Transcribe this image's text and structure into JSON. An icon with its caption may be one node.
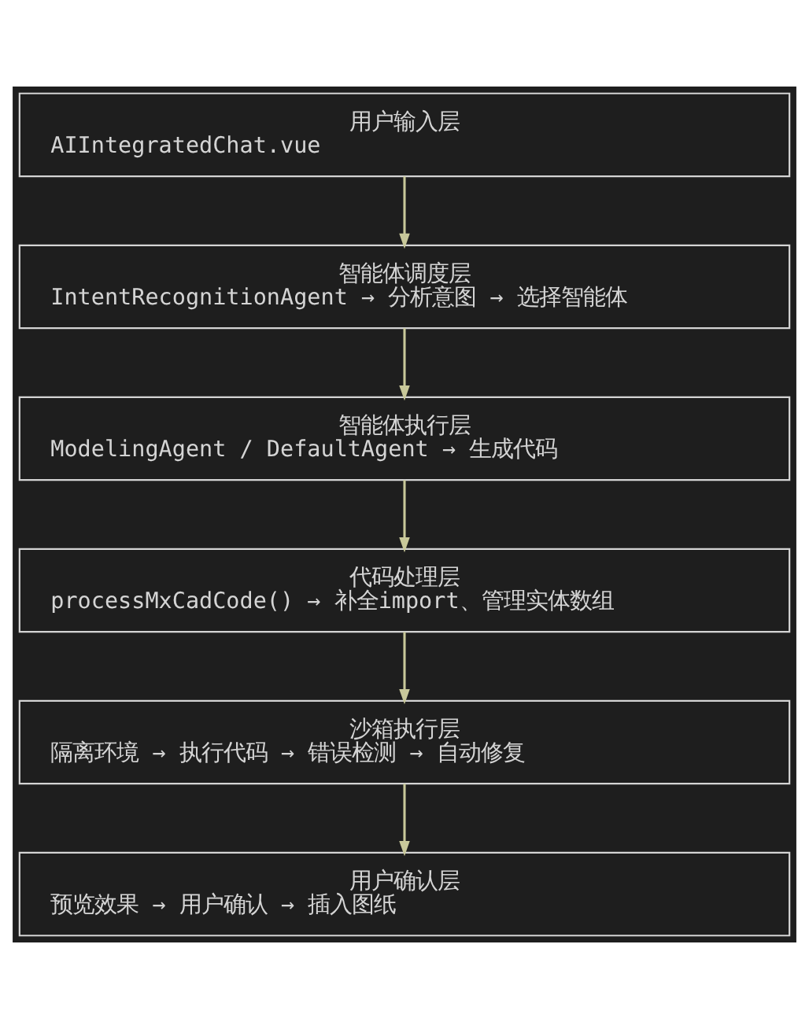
{
  "diagram": {
    "nodes": [
      {
        "text": [
          "用户输入层",
          "AIIntegratedChat.vue"
        ]
      },
      {
        "text": [
          "智能体调度层",
          "IntentRecognitionAgent → 分析意图 → 选择智能体"
        ]
      },
      {
        "text": [
          "智能体执行层",
          "ModelingAgent / DefaultAgent → 生成代码"
        ]
      },
      {
        "text": [
          "代码处理层",
          "processMxCadCode() → 补全import、管理实体数组"
        ]
      },
      {
        "text": [
          "沙箱执行层",
          "隔离环境 → 执行代码 → 错误检测 → 自动修复"
        ]
      },
      {
        "text": [
          "用户确认层",
          "预览效果 → 用户确认 → 插入图纸"
        ]
      }
    ],
    "edges": [
      {
        "from": 0,
        "to": 1,
        "arrow": "to"
      },
      {
        "from": 1,
        "to": 2,
        "arrow": "to"
      },
      {
        "from": 2,
        "to": 3,
        "arrow": "to"
      },
      {
        "from": 3,
        "to": 4,
        "arrow": "to"
      },
      {
        "from": 4,
        "to": 5,
        "arrow": "to"
      }
    ]
  }
}
